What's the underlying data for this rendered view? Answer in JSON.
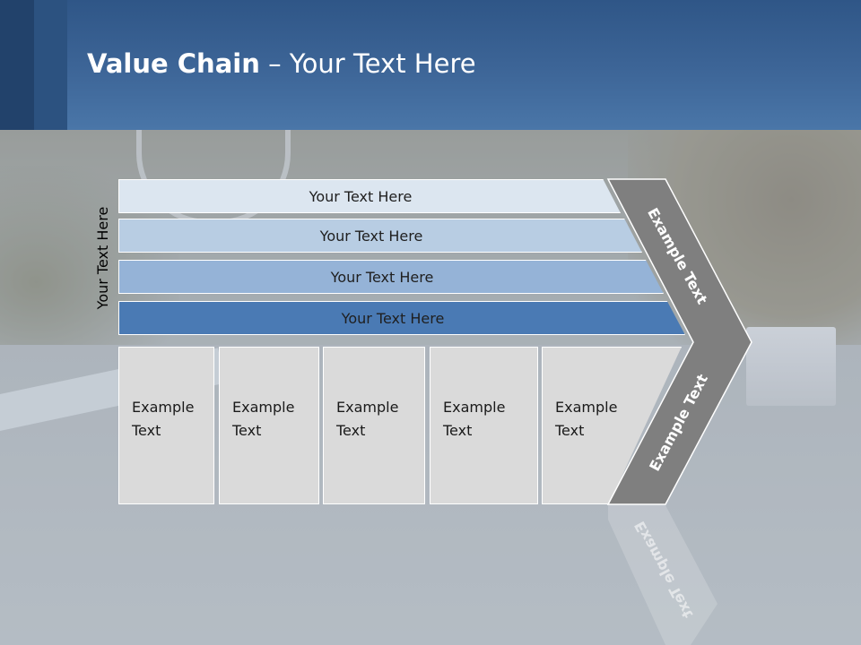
{
  "slide": {
    "title_bold": "Value Chain",
    "title_rest": " – Your Text Here",
    "vertical_label": "Your Text Here",
    "bars": [
      {
        "label": "Your Text Here",
        "color": "#dce6f0"
      },
      {
        "label": "Your Text Here",
        "color": "#b8cde3"
      },
      {
        "label": "Your Text Here",
        "color": "#95b3d7"
      },
      {
        "label": "Your Text Here",
        "color": "#4a7ab4"
      }
    ],
    "boxes": [
      {
        "line1": "Example",
        "line2": "Text"
      },
      {
        "line1": "Example",
        "line2": "Text"
      },
      {
        "line1": "Example",
        "line2": "Text"
      },
      {
        "line1": "Example",
        "line2": "Text"
      },
      {
        "line1": "Example",
        "line2": "Text"
      }
    ],
    "chevron": {
      "top_text": "Example Text",
      "bottom_text": "Example Text",
      "color": "#7f7f7f"
    },
    "colors": {
      "header": "#3c6496",
      "box": "#dadada"
    }
  }
}
